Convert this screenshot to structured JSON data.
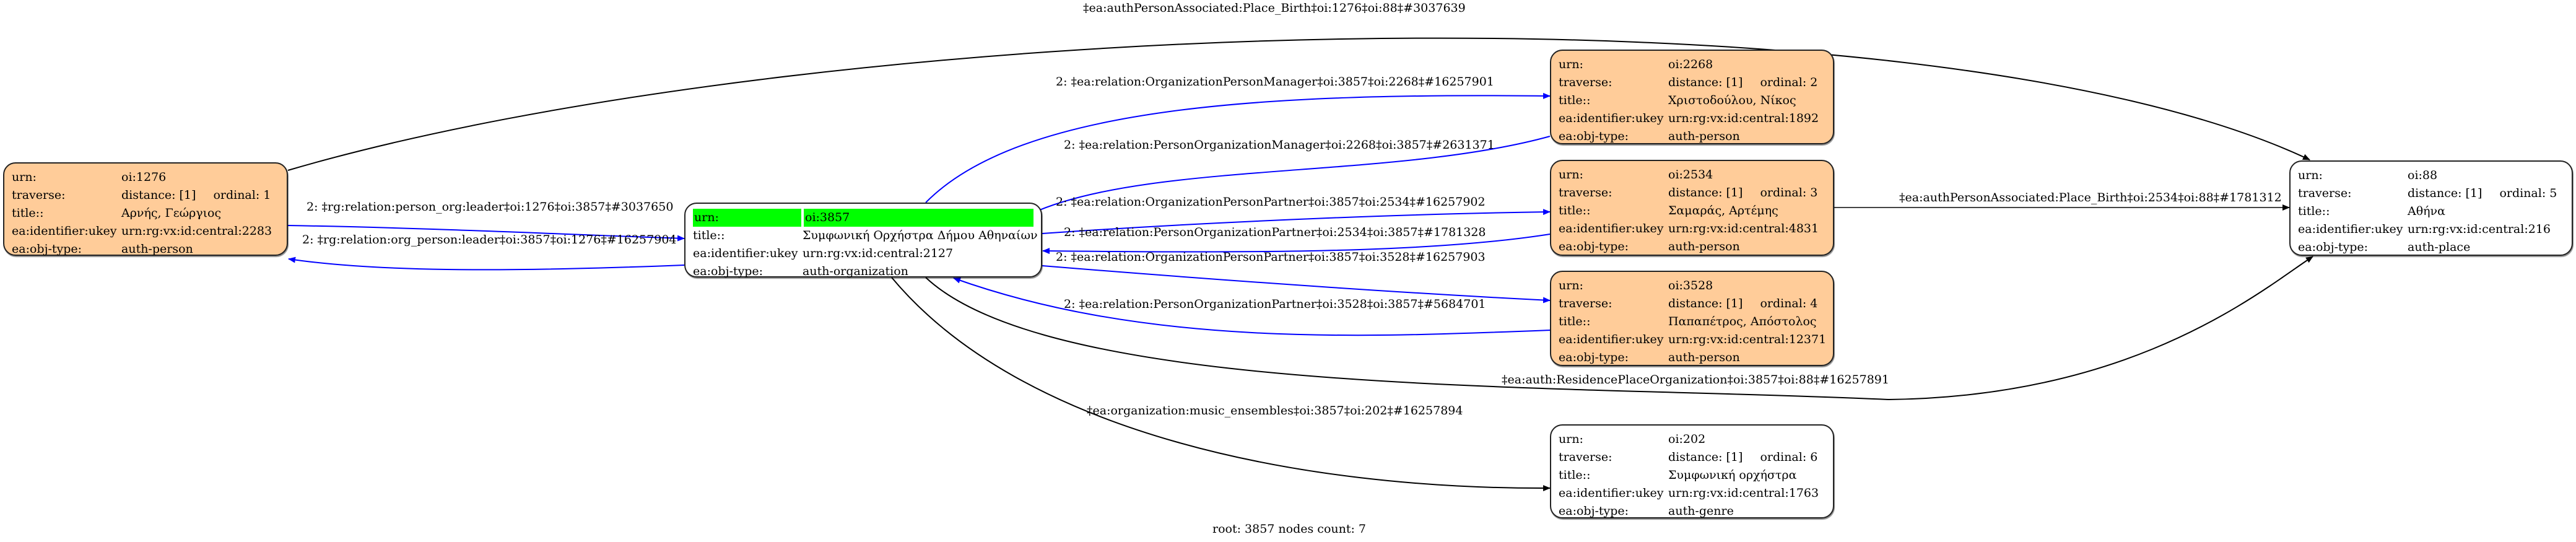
{
  "graph": {
    "footer": "root: 3857 nodes count: 7",
    "colors": {
      "person_fill": "#ffcc99",
      "plain_fill": "#ffffff",
      "root_highlight": "#00ff00",
      "relation_edge": "#0000ff",
      "auth_edge": "#000000"
    },
    "nodes": {
      "n1276": {
        "urn_label": "urn:",
        "urn": "oi:1276",
        "traverse_label": "traverse:",
        "distance": "distance: [1]",
        "ordinal": "ordinal: 1",
        "title_label": "title::",
        "title": "Αρνής, Γεώργιος",
        "ukey_label": "ea:identifier:ukey",
        "ukey": "urn:rg:vx:id:central:2283",
        "type_label": "ea:obj-type:",
        "type": "auth-person"
      },
      "n3857": {
        "urn_label": "urn:",
        "urn": "oi:3857",
        "title_label": "title::",
        "title": "Συμφωνική Ορχήστρα Δήμου Αθηναίων",
        "ukey_label": "ea:identifier:ukey",
        "ukey": "urn:rg:vx:id:central:2127",
        "type_label": "ea:obj-type:",
        "type": "auth-organization"
      },
      "n2268": {
        "urn_label": "urn:",
        "urn": "oi:2268",
        "traverse_label": "traverse:",
        "distance": "distance: [1]",
        "ordinal": "ordinal: 2",
        "title_label": "title::",
        "title": "Χριστοδούλου, Νίκος",
        "ukey_label": "ea:identifier:ukey",
        "ukey": "urn:rg:vx:id:central:1892",
        "type_label": "ea:obj-type:",
        "type": "auth-person"
      },
      "n2534": {
        "urn_label": "urn:",
        "urn": "oi:2534",
        "traverse_label": "traverse:",
        "distance": "distance: [1]",
        "ordinal": "ordinal: 3",
        "title_label": "title::",
        "title": "Σαμαράς, Αρτέμης",
        "ukey_label": "ea:identifier:ukey",
        "ukey": "urn:rg:vx:id:central:4831",
        "type_label": "ea:obj-type:",
        "type": "auth-person"
      },
      "n3528": {
        "urn_label": "urn:",
        "urn": "oi:3528",
        "traverse_label": "traverse:",
        "distance": "distance: [1]",
        "ordinal": "ordinal: 4",
        "title_label": "title::",
        "title": "Παπαπέτρος, Απόστολος",
        "ukey_label": "ea:identifier:ukey",
        "ukey": "urn:rg:vx:id:central:12371",
        "type_label": "ea:obj-type:",
        "type": "auth-person"
      },
      "n88": {
        "urn_label": "urn:",
        "urn": "oi:88",
        "traverse_label": "traverse:",
        "distance": "distance: [1]",
        "ordinal": "ordinal: 5",
        "title_label": "title::",
        "title": "Αθήνα",
        "ukey_label": "ea:identifier:ukey",
        "ukey": "urn:rg:vx:id:central:216",
        "type_label": "ea:obj-type:",
        "type": "auth-place"
      },
      "n202": {
        "urn_label": "urn:",
        "urn": "oi:202",
        "traverse_label": "traverse:",
        "distance": "distance: [1]",
        "ordinal": "ordinal: 6",
        "title_label": "title::",
        "title": "Συμφωνική ορχήστρα",
        "ukey_label": "ea:identifier:ukey",
        "ukey": "urn:rg:vx:id:central:1763",
        "type_label": "ea:obj-type:",
        "type": "auth-genre"
      }
    },
    "edges": {
      "e1": "‡ea:authPersonAssociated:Place_Birth‡oi:1276‡oi:88‡#3037639",
      "e2": "2: ‡rg:relation:person_org:leader‡oi:1276‡oi:3857‡#3037650",
      "e3": "2: ‡rg:relation:org_person:leader‡oi:3857‡oi:1276‡#16257904",
      "e4": "2: ‡ea:relation:OrganizationPersonManager‡oi:3857‡oi:2268‡#16257901",
      "e5": "2: ‡ea:relation:PersonOrganizationManager‡oi:2268‡oi:3857‡#2631371",
      "e6": "2: ‡ea:relation:OrganizationPersonPartner‡oi:3857‡oi:2534‡#16257902",
      "e7": "2: ‡ea:relation:PersonOrganizationPartner‡oi:2534‡oi:3857‡#1781328",
      "e8": "2: ‡ea:relation:OrganizationPersonPartner‡oi:3857‡oi:3528‡#16257903",
      "e9": "2: ‡ea:relation:PersonOrganizationPartner‡oi:3528‡oi:3857‡#5684701",
      "e10": "‡ea:authPersonAssociated:Place_Birth‡oi:2534‡oi:88‡#1781312",
      "e11": "‡ea:auth:ResidencePlaceOrganization‡oi:3857‡oi:88‡#16257891",
      "e12": "‡ea:organization:music_ensembles‡oi:3857‡oi:202‡#16257894"
    }
  }
}
